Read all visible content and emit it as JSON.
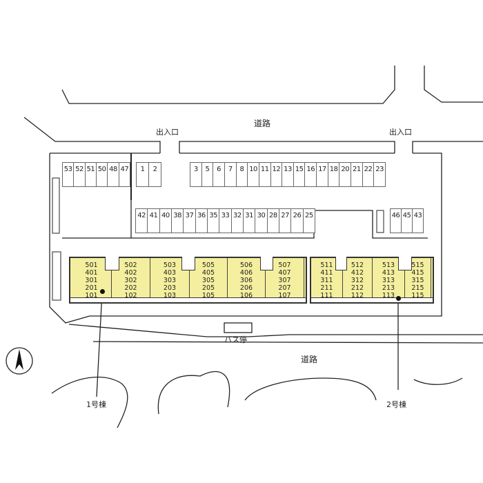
{
  "labels": {
    "road_top": "道路",
    "entrance_left": "出入口",
    "entrance_right": "出入口",
    "bus_stop": "バス停",
    "road_bottom": "道路",
    "building1": "1号棟",
    "building2": "2号棟"
  },
  "parking": {
    "row_left": [
      "53",
      "52",
      "51",
      "50",
      "48",
      "47"
    ],
    "row_small": [
      "1",
      "2"
    ],
    "row_top": [
      "3",
      "5",
      "6",
      "7",
      "8",
      "10",
      "11",
      "12",
      "13",
      "15",
      "16",
      "17",
      "18",
      "20",
      "21",
      "22",
      "23"
    ],
    "row_bottom": [
      "42",
      "41",
      "40",
      "38",
      "37",
      "36",
      "35",
      "33",
      "32",
      "31",
      "30",
      "28",
      "27",
      "26",
      "25"
    ],
    "row_right": [
      "46",
      "45",
      "43"
    ]
  },
  "building1_units": [
    [
      "501",
      "401",
      "301",
      "201",
      "101"
    ],
    [
      "502",
      "402",
      "302",
      "202",
      "102"
    ],
    [
      "503",
      "403",
      "303",
      "203",
      "103"
    ],
    [
      "505",
      "405",
      "305",
      "205",
      "105"
    ],
    [
      "506",
      "406",
      "306",
      "206",
      "106"
    ],
    [
      "507",
      "407",
      "307",
      "207",
      "107"
    ]
  ],
  "building2_units": [
    [
      "511",
      "411",
      "311",
      "211",
      "111"
    ],
    [
      "512",
      "412",
      "312",
      "212",
      "112"
    ],
    [
      "513",
      "413",
      "313",
      "213",
      "113"
    ],
    [
      "515",
      "415",
      "315",
      "215",
      "115"
    ]
  ],
  "colors": {
    "building": "#f4ef9e"
  }
}
